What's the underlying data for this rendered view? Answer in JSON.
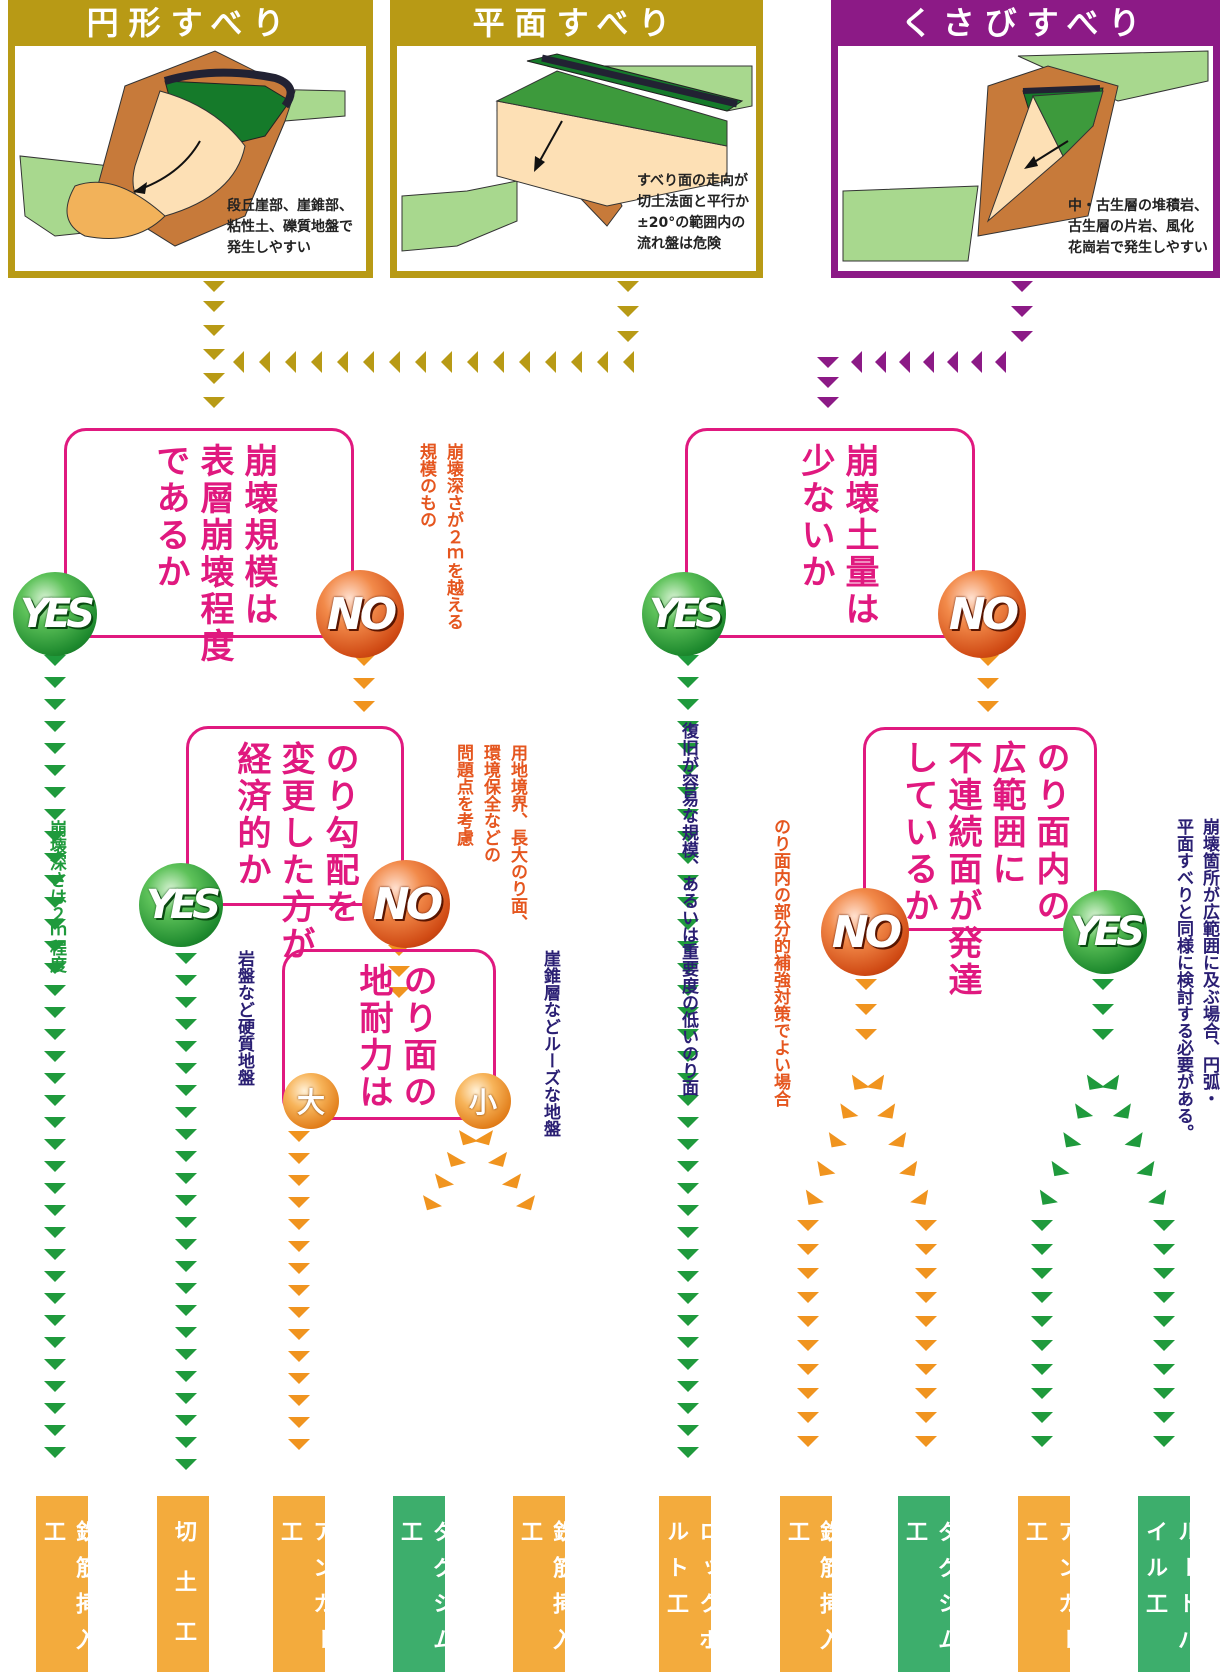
{
  "colors": {
    "gold": "#b89a15",
    "purple": "#8c1a86",
    "pink": "#e0197f",
    "green": "#1f9a3c",
    "orange": "#f0941f",
    "method_orange": "#f3ab3d",
    "method_green": "#3dae6c",
    "navy": "#2a1f73",
    "red_orange": "#e5561f"
  },
  "panels": [
    {
      "title": "円形すべり",
      "note": "段丘崖部、崖錐部、\n粘性土、礫質地盤で\n発生しやすい"
    },
    {
      "title": "平面すべり",
      "note": "すべり面の走向が\n切土法面と平行か\n±20°の範囲内の\n流れ盤は危険"
    },
    {
      "title": "くさびすべり",
      "note": "中・古生層の堆積岩、\n古生層の片岩、風化\n花崗岩で発生しやすい"
    }
  ],
  "questions": {
    "q1": "崩壊規模は\n表層崩壊程度\nであるか",
    "q2": "のり勾配を\n変更した方が\n経済的か",
    "q3": "のり面の\n地耐力は",
    "q4": "崩壊土量は\n少ないか",
    "q5": "のり面内の\n広範囲に\n不連続面が発達\nしているか"
  },
  "badges": {
    "yes": "YES",
    "no": "NO",
    "large": "大",
    "small": "小"
  },
  "notes": {
    "n1": "崩壊深さが２ｍを越える\n規模のもの",
    "n2": "用地境界、長大のり面、\n環境保全などの\n問題点を考慮",
    "n3": "崩壊深さは２ｍ程度",
    "n4": "岩盤など硬質地盤",
    "n5": "崖錐層などルーズな地盤",
    "n6": "復旧が容易な規模、あるいは重要度の低いのり面",
    "n7": "のり面内の部分的補強対策でよい場合",
    "n8": "崩壊箇所が広範囲に及ぶ場合、円弧・\n平面すべりと同様に検討する必要がある。"
  },
  "methods": [
    {
      "label": "鉄筋挿入工",
      "kind": "orange"
    },
    {
      "label": "切土工",
      "kind": "orange"
    },
    {
      "label": "アンカー工",
      "kind": "orange"
    },
    {
      "label": "スーパーダグシム工",
      "kind": "green"
    },
    {
      "label": "鉄筋挿入工",
      "kind": "orange"
    },
    {
      "label": "ロックボルト工",
      "kind": "orange"
    },
    {
      "label": "鉄筋挿入工",
      "kind": "orange"
    },
    {
      "label": "スーパーダグシム工",
      "kind": "green"
    },
    {
      "label": "アンカー工",
      "kind": "orange"
    },
    {
      "label": "ルートパイル工",
      "kind": "green"
    }
  ]
}
